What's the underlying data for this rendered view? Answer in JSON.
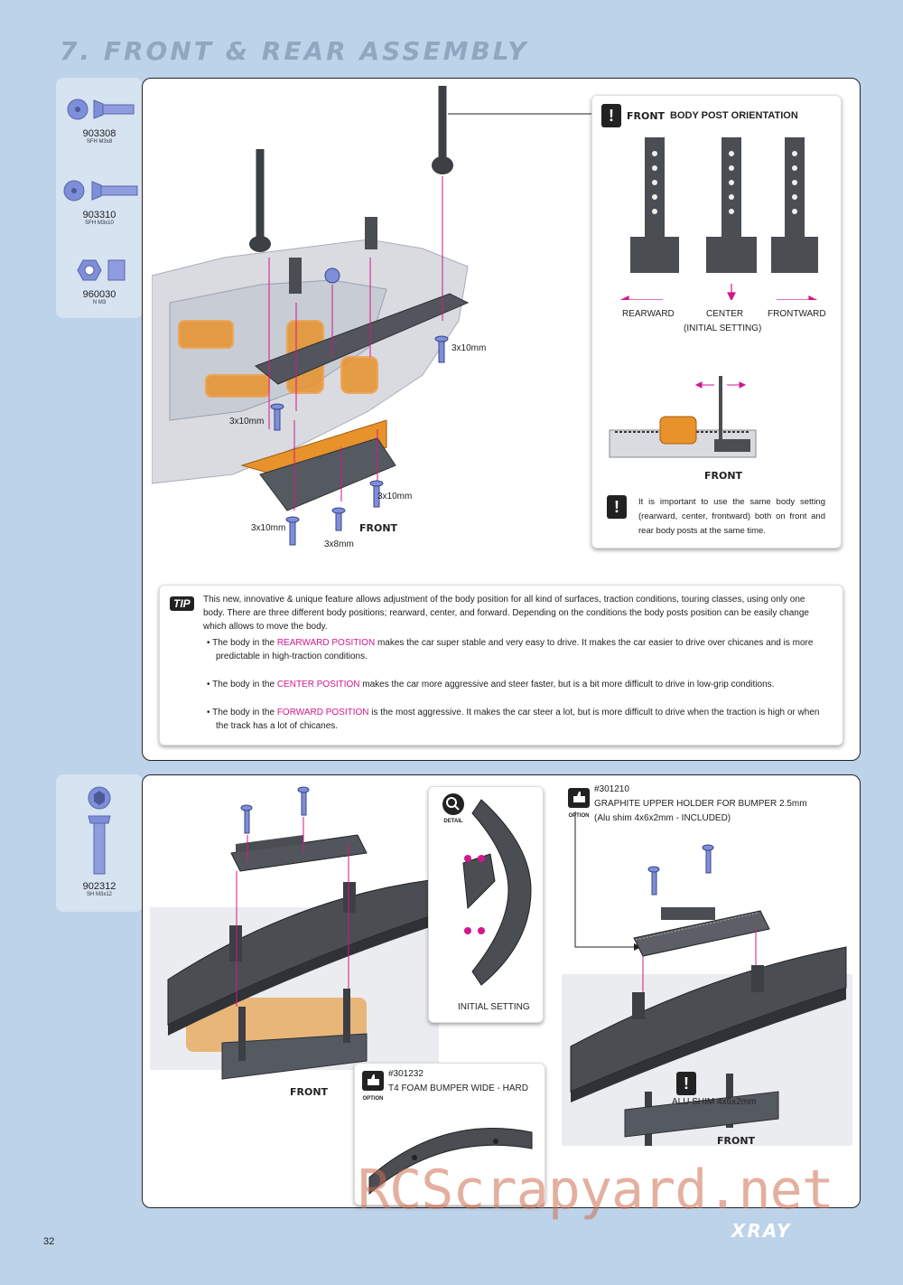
{
  "page": {
    "title": "7. FRONT & REAR ASSEMBLY",
    "number": "32",
    "brand": "XRAY",
    "watermark": "RCScrapyard.net"
  },
  "parts_top": [
    {
      "code": "903308",
      "desc": "SFH M3x8"
    },
    {
      "code": "903310",
      "desc": "SFH M3x10"
    },
    {
      "code": "960030",
      "desc": "N M3"
    }
  ],
  "parts_bottom": [
    {
      "code": "902312",
      "desc": "SH M3x12"
    }
  ],
  "step1": {
    "screw_labels": [
      "3x10mm",
      "3x10mm",
      "3x10mm",
      "3x10mm",
      "3x8mm"
    ],
    "front_label": "FRONT"
  },
  "orientation": {
    "front_word": "FRONT",
    "heading": "BODY POST ORIENTATION",
    "positions": [
      "REARWARD",
      "CENTER",
      "FRONTWARD"
    ],
    "initial_setting": "(INITIAL SETTING)",
    "car_front": "FRONT",
    "note": "It is important to use the same body setting (rearward, center, frontward) both on front and rear body posts at the same time."
  },
  "tip": {
    "badge": "TIP",
    "intro": "This new, innovative & unique feature allows adjustment of the body position for all kind of surfaces, traction conditions, touring classes, using only one body. There are three different body positions; rearward, center, and forward. Depending on the conditions the body posts position can be easily change which allows to move the body.",
    "bullets": [
      {
        "pre": "The body in the ",
        "hl": "REARWARD POSITION",
        "post": " makes the car super stable and very easy to drive. It makes the car easier to drive over chicanes and is more predictable in high-traction conditions."
      },
      {
        "pre": "The body in the ",
        "hl": "CENTER POSITION",
        "post": " makes the car more aggressive and steer faster, but is a bit more difficult to drive in low-grip conditions."
      },
      {
        "pre": "The body in the ",
        "hl": "FORWARD POSITION",
        "post": " is the most aggressive. It makes the car steer a lot, but is more difficult to drive when the traction is high or when the track has a lot of chicanes."
      }
    ]
  },
  "step2": {
    "detail_icon": "DETAIL",
    "initial_setting": "INITIAL SETTING",
    "front_left": "FRONT",
    "front_right": "FRONT",
    "option_upper": {
      "icon": "OPTION",
      "number": "#301210",
      "name": "GRAPHITE UPPER HOLDER FOR BUMPER 2.5mm",
      "note": "(Alu shim 4x6x2mm - INCLUDED)"
    },
    "option_bumper": {
      "icon": "OPTION",
      "number": "#301232",
      "name": "T4 FOAM BUMPER WIDE - HARD"
    },
    "alu_shim": "ALU SHIM 4x6x2mm"
  },
  "colors": {
    "accent": "#d3168c",
    "background": "#bcd3ea",
    "part_blue": "#7f8ed8",
    "frame_orange": "#e8922c"
  }
}
